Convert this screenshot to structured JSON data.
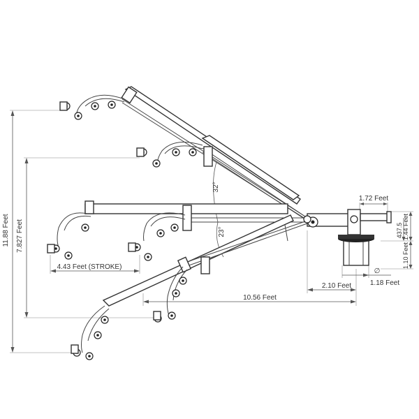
{
  "dimensions": {
    "total_height": "11.88 Feet",
    "mid_height": "7.827 Feet",
    "stroke": "4.43 Feet (STROKE)",
    "reach": "10.56 Feet",
    "base_offset": "2.10 Feet",
    "top_width": "1.72 Feet",
    "right_height": "1.44 Feet",
    "base_height": "1.10 Feet",
    "diameter": "1.18 Feet",
    "small_dim": "437.5",
    "angle_up": "32°",
    "angle_down": "23°"
  },
  "symbols": {
    "diameter": "∅"
  }
}
